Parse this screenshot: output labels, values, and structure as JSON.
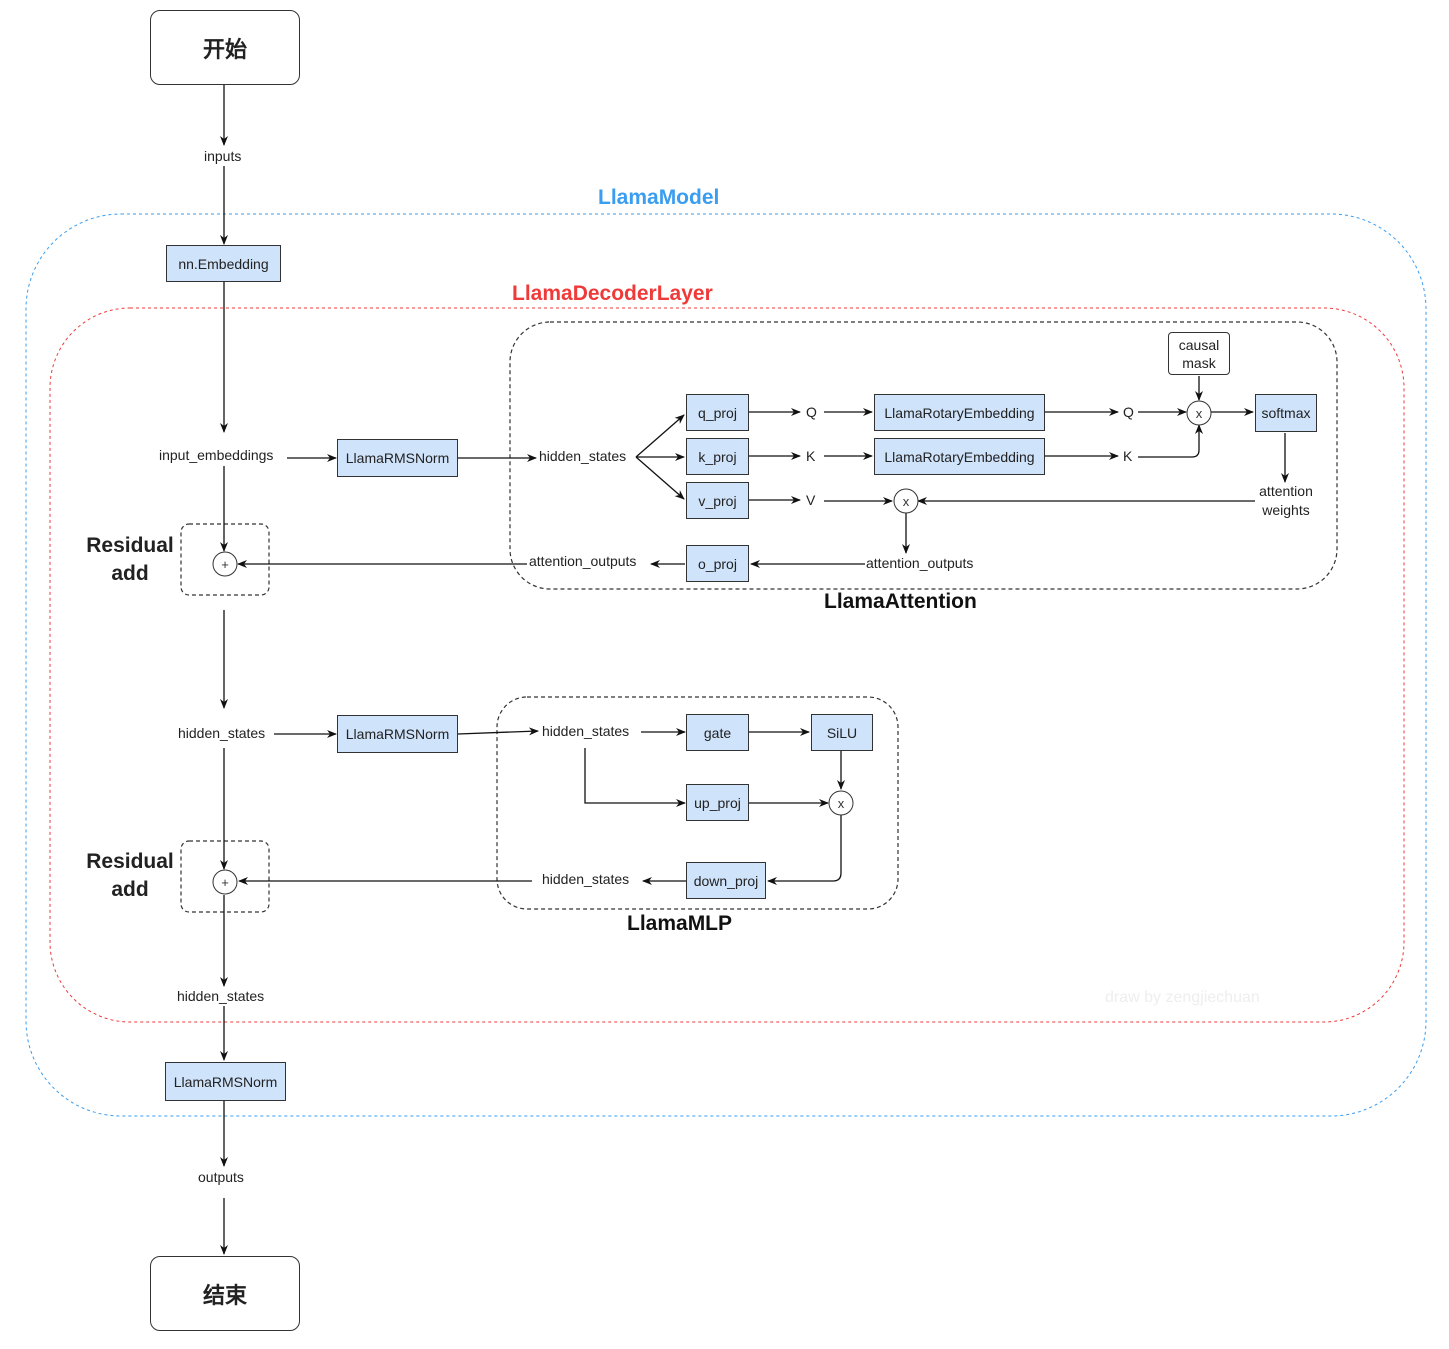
{
  "terminals": {
    "start": "开始",
    "end": "结束"
  },
  "groups": {
    "llama_model": "LlamaModel",
    "decoder_layer": "LlamaDecoderLayer",
    "attention": "LlamaAttention",
    "mlp": "LlamaMLP"
  },
  "residual": [
    "Residual",
    "add"
  ],
  "boxes": {
    "embedding": "nn.Embedding",
    "rmsnorm_attn": "LlamaRMSNorm",
    "rmsnorm_mlp": "LlamaRMSNorm",
    "rmsnorm_final": "LlamaRMSNorm",
    "q_proj": "q_proj",
    "k_proj": "k_proj",
    "v_proj": "v_proj",
    "o_proj": "o_proj",
    "rotary_q": "LlamaRotaryEmbedding",
    "rotary_k": "LlamaRotaryEmbedding",
    "softmax": "softmax",
    "gate": "gate",
    "silu": "SiLU",
    "up_proj": "up_proj",
    "down_proj": "down_proj"
  },
  "causal_mask": [
    "causal",
    "mask"
  ],
  "labels": {
    "inputs": "inputs",
    "input_embeddings": "input_embeddings",
    "attn_hidden_states": "hidden_states",
    "q1": "Q",
    "k1": "K",
    "v1": "V",
    "q2": "Q",
    "k2": "K",
    "attention_weights": [
      "attention",
      "weights"
    ],
    "attention_outputs_right": "attention_outputs",
    "attention_outputs_left": "attention_outputs",
    "hidden_states_mid": "hidden_states",
    "mlp_hidden_in": "hidden_states",
    "mlp_hidden_out": "hidden_states",
    "hidden_states_out": "hidden_states",
    "outputs": "outputs"
  },
  "operators": {
    "multiply": "x",
    "add": "+"
  },
  "watermark": "draw by zengjiechuan",
  "colors": {
    "model": "#3a9df0",
    "decoder": "#ef3a3a",
    "box_fill": "#cfe3fb",
    "line": "#111111"
  }
}
